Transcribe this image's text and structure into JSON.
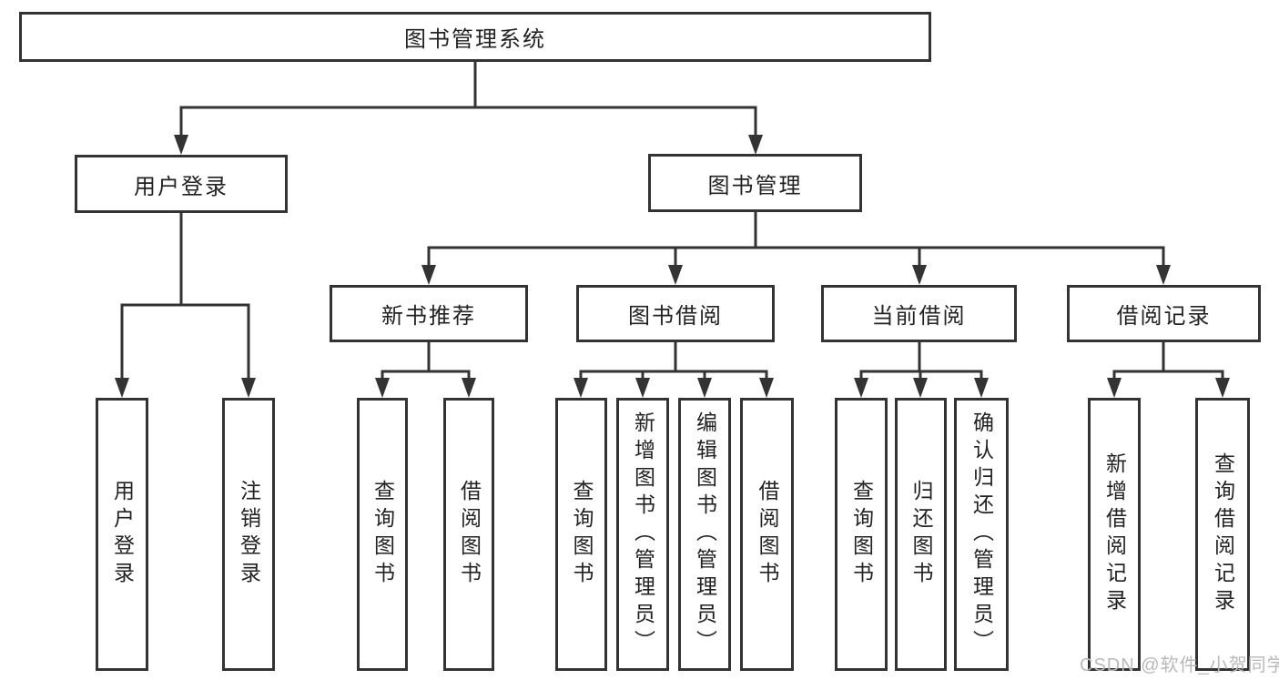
{
  "colors": {
    "line": "#333333",
    "text": "#222222",
    "watermark": "#b9b9b9",
    "background": "#ffffff"
  },
  "tree": {
    "root": {
      "label": "图书管理系统"
    },
    "branches": [
      {
        "label": "用户登录",
        "children": [
          {
            "label": "用户登录"
          },
          {
            "label": "注销登录"
          }
        ]
      },
      {
        "label": "图书管理",
        "groups": [
          {
            "label": "新书推荐",
            "children": [
              {
                "label": "查询图书"
              },
              {
                "label": "借阅图书"
              }
            ]
          },
          {
            "label": "图书借阅",
            "children": [
              {
                "label": "查询图书"
              },
              {
                "label": "新增图书（管理员）"
              },
              {
                "label": "编辑图书（管理员）"
              },
              {
                "label": "借阅图书"
              }
            ]
          },
          {
            "label": "当前借阅",
            "children": [
              {
                "label": "查询图书"
              },
              {
                "label": "归还图书"
              },
              {
                "label": "确认归还（管理员）"
              }
            ]
          },
          {
            "label": "借阅记录",
            "children": [
              {
                "label": "新增借阅记录"
              },
              {
                "label": "查询借阅记录"
              }
            ]
          }
        ]
      }
    ]
  },
  "watermark": {
    "text": "CSDN @软件_小贺同学"
  }
}
